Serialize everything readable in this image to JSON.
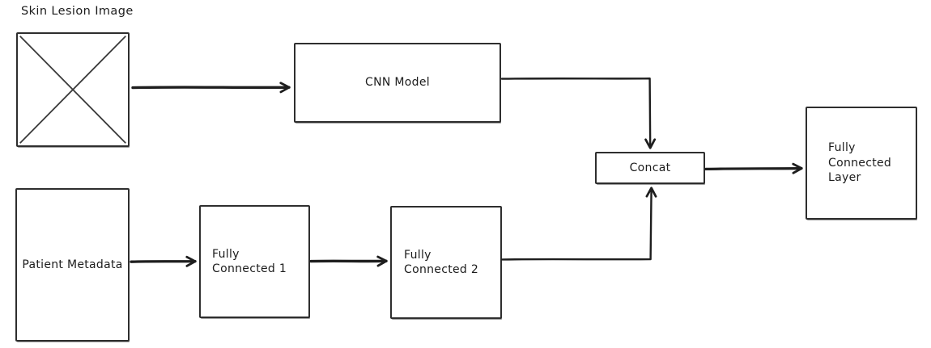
{
  "diagram": {
    "background_color": "#ffffff",
    "stroke_color": "#1e1e1e",
    "nodes": {
      "skin_lesion_image": {
        "label": "Skin Lesion Image",
        "type": "image-placeholder"
      },
      "cnn_model": {
        "label": "CNN Model"
      },
      "patient_metadata": {
        "label": "Patient Metadata"
      },
      "fully_connected_1": {
        "label": "Fully\nConnected 1"
      },
      "fully_connected_2": {
        "label": "Fully\nConnected 2"
      },
      "concat": {
        "label": "Concat"
      },
      "fully_connected_layer": {
        "label": "Fully\nConnected\nLayer"
      }
    },
    "edges": [
      {
        "from": "skin_lesion_image",
        "to": "cnn_model"
      },
      {
        "from": "cnn_model",
        "to": "concat"
      },
      {
        "from": "patient_metadata",
        "to": "fully_connected_1"
      },
      {
        "from": "fully_connected_1",
        "to": "fully_connected_2"
      },
      {
        "from": "fully_connected_2",
        "to": "concat"
      },
      {
        "from": "concat",
        "to": "fully_connected_layer"
      }
    ]
  }
}
